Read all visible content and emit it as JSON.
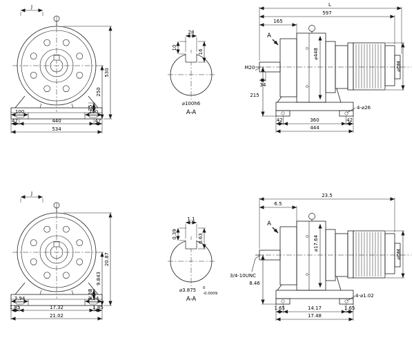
{
  "metric": {
    "front": {
      "j": "J",
      "h_overall": "530",
      "h_center": "250",
      "h_step": "25",
      "foot_left": "100",
      "foot_right": "100",
      "margin_left": "47",
      "span": "440",
      "margin_right": "47",
      "width_overall": "534"
    },
    "section": {
      "key_width": "28",
      "key_left": "10",
      "key_right": "16",
      "shaft_dia": "⌀100h6",
      "label": "A-A"
    },
    "side": {
      "overall": "L",
      "len_597": "597",
      "len_165": "165",
      "section_mark": "A",
      "housing_dia": "⌀448",
      "shaft_thread": "M20",
      "len_34": "34",
      "height_215": "215",
      "foot_42_left": "42",
      "span_360": "360",
      "foot_42_right": "42",
      "base_444": "444",
      "holes": "4-⌀26",
      "motor_dia": "⌀DM"
    }
  },
  "inch": {
    "front": {
      "j": "J",
      "h_overall": "20.87",
      "h_center": "9.843",
      "h_step": "1.38",
      "foot_left": "3.94",
      "foot_right": "3.94",
      "margin_left": "1.85",
      "span": "17.32",
      "margin_right": "1.85",
      "width_overall": "21.02"
    },
    "section": {
      "key_width": "1.1",
      "key_left": "0.39",
      "key_right": "0.63",
      "shaft_dia": "⌀3.875",
      "tol_upper": "0",
      "tol_lower": "-0.0009",
      "label": "A-A"
    },
    "side": {
      "overall": "23.5",
      "len_front": "6.5",
      "section_mark": "A",
      "housing_dia": "⌀17.64",
      "shaft_thread": "3/4-10UNC",
      "height": "8.46",
      "foot_left": "1.65",
      "span": "14.17",
      "foot_right": "1.65",
      "base": "17.48",
      "holes": "4-⌀1.02",
      "motor_dia": "⌀DM"
    }
  }
}
